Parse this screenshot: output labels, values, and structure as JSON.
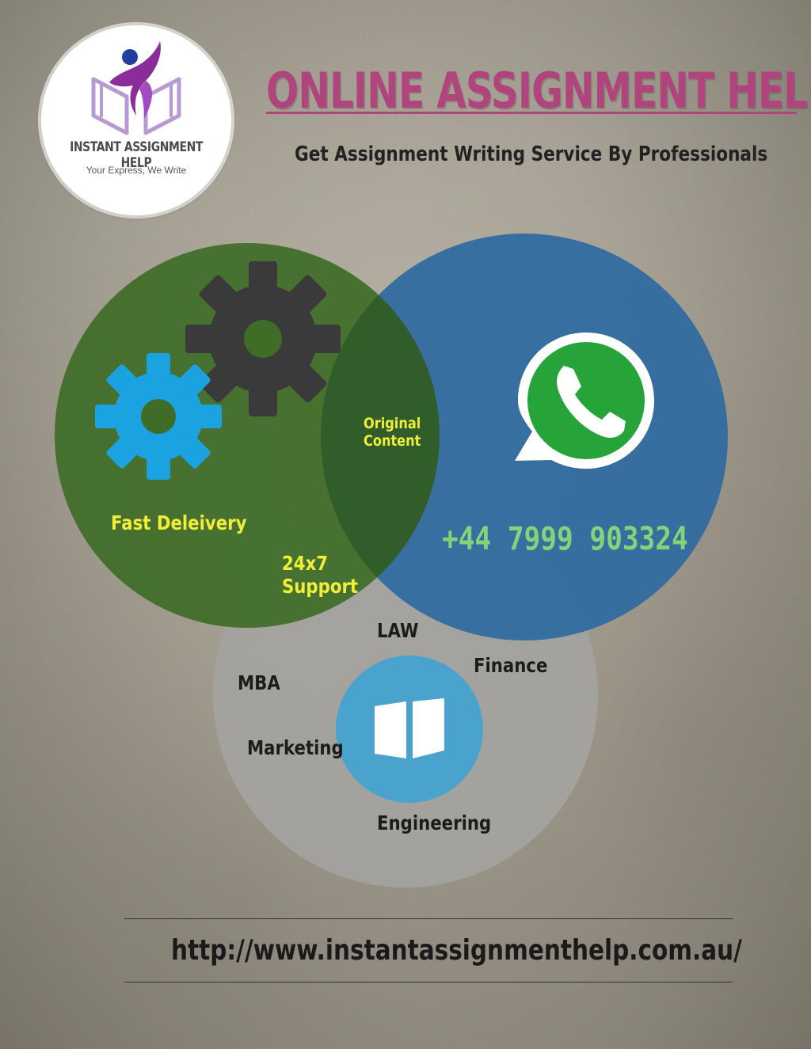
{
  "logo": {
    "name": "INSTANT ASSIGNMENT HELP",
    "tagline": "Your Express, We Write"
  },
  "header": {
    "title": "ONLINE ASSIGNMENT HELP",
    "subtitle": "Get Assignment Writing Service By Professionals"
  },
  "venn": {
    "overlap_label_line1": "Original",
    "overlap_label_line2": "Content",
    "feature_fast": "Fast Deleivery",
    "support_line1": "24x7",
    "support_line2": "Support",
    "phone": "+44 7999 903324",
    "subjects": {
      "law": "LAW",
      "finance": "Finance",
      "mba": "MBA",
      "marketing": "Marketing",
      "engineering": "Engineering"
    }
  },
  "footer": {
    "url": "http://www.instantassignmenthelp.com.au/"
  },
  "colors": {
    "headline": "#b0457e",
    "green_circle": "#3f6f2a",
    "blue_circle": "#2f6a9f",
    "gray_circle": "#9d9d9a",
    "gear_blue": "#1aa3e0",
    "gear_dark": "#3a3a3a",
    "whatsapp_green": "#26a43a",
    "book_circle": "#4aa3cd",
    "yellow_text": "#f1ee3a",
    "phone_text": "#86d17a"
  },
  "icons": [
    "logo-figure-icon",
    "gear-dark-icon",
    "gear-blue-icon",
    "whatsapp-icon",
    "book-icon"
  ]
}
